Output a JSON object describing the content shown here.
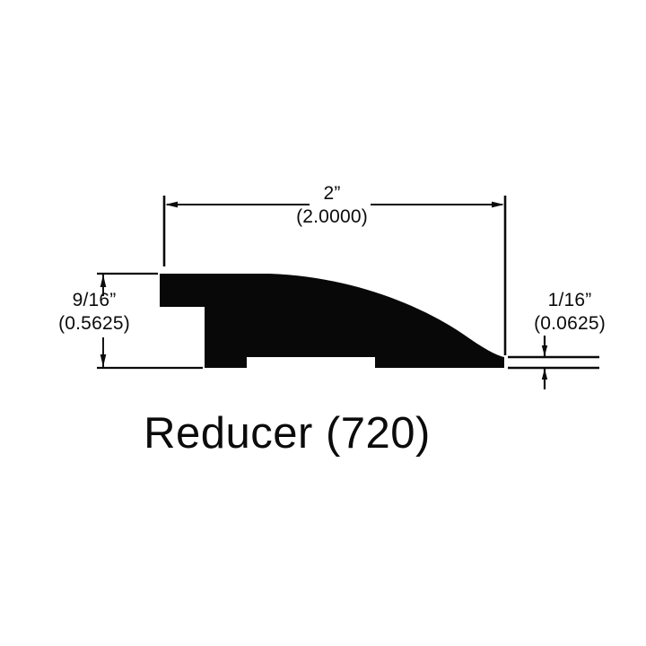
{
  "drawing": {
    "title": "Reducer (720)",
    "background_color": "#ffffff",
    "line_color": "#0b0b0b",
    "fill_color": "#080808",
    "dimensions": {
      "width": {
        "label": "2”",
        "decimal": "(2.0000)",
        "name": "overall-width"
      },
      "height_left": {
        "label": "9/16”",
        "decimal": "(0.5625)",
        "name": "left-thickness"
      },
      "height_right": {
        "label": "1/16”",
        "decimal": "(0.0625)",
        "name": "right-edge-thickness"
      }
    }
  }
}
